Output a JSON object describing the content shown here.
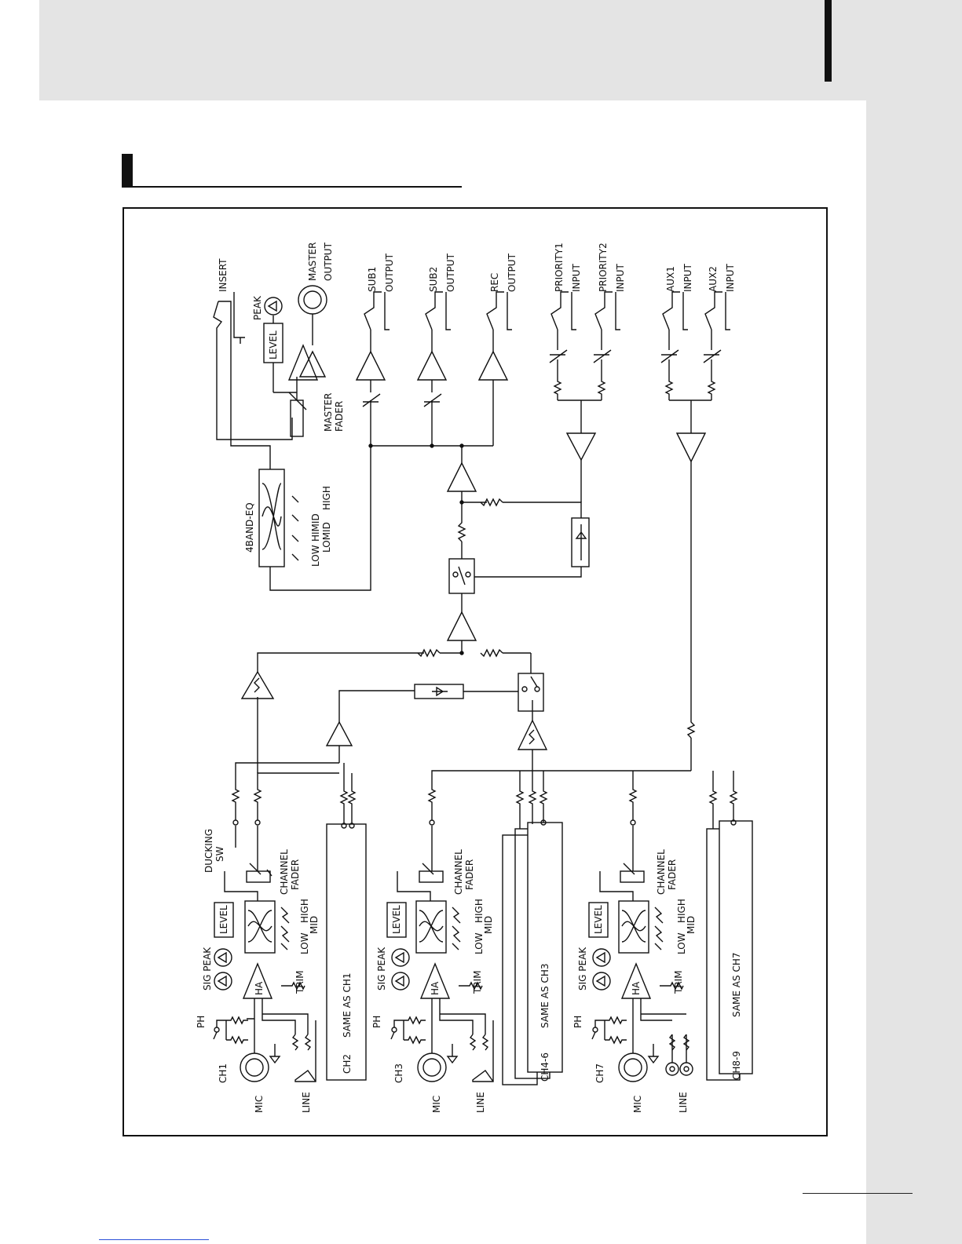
{
  "labels": {
    "insert": "INSERT",
    "master": "MASTER",
    "output": "OUTPUT",
    "sub1": "SUB1",
    "sub2": "SUB2",
    "rec": "REC",
    "priority1": "PRIORITY1",
    "priority2": "PRIORITY2",
    "input": "INPUT",
    "aux1": "AUX1",
    "aux2": "AUX2",
    "peak": "PEAK",
    "level": "LEVEL",
    "master_fader_1": "MASTER",
    "master_fader_2": "FADER",
    "eq4": "4BAND-EQ",
    "low": "LOW",
    "lomid": "LOMID",
    "himid": "HIMID",
    "high": "HIGH",
    "mid": "MID",
    "ducking_1": "DUCKING",
    "ducking_2": "SW",
    "channel": "CHANNEL",
    "fader": "FADER",
    "sig_peak": "SIG PEAK",
    "trim": "TRIM",
    "ha": "HA",
    "ph": "PH",
    "mic": "MIC",
    "line": "LINE",
    "ch1": "CH1",
    "ch3": "CH3",
    "ch7": "CH7",
    "ch2": "CH2",
    "same_as_ch1": "SAME AS CH1",
    "ch4_6": "CH4-6",
    "same_as_ch3": "SAME AS CH3",
    "ch8_9": "CH8-9",
    "same_as_ch7": "SAME AS CH7"
  }
}
